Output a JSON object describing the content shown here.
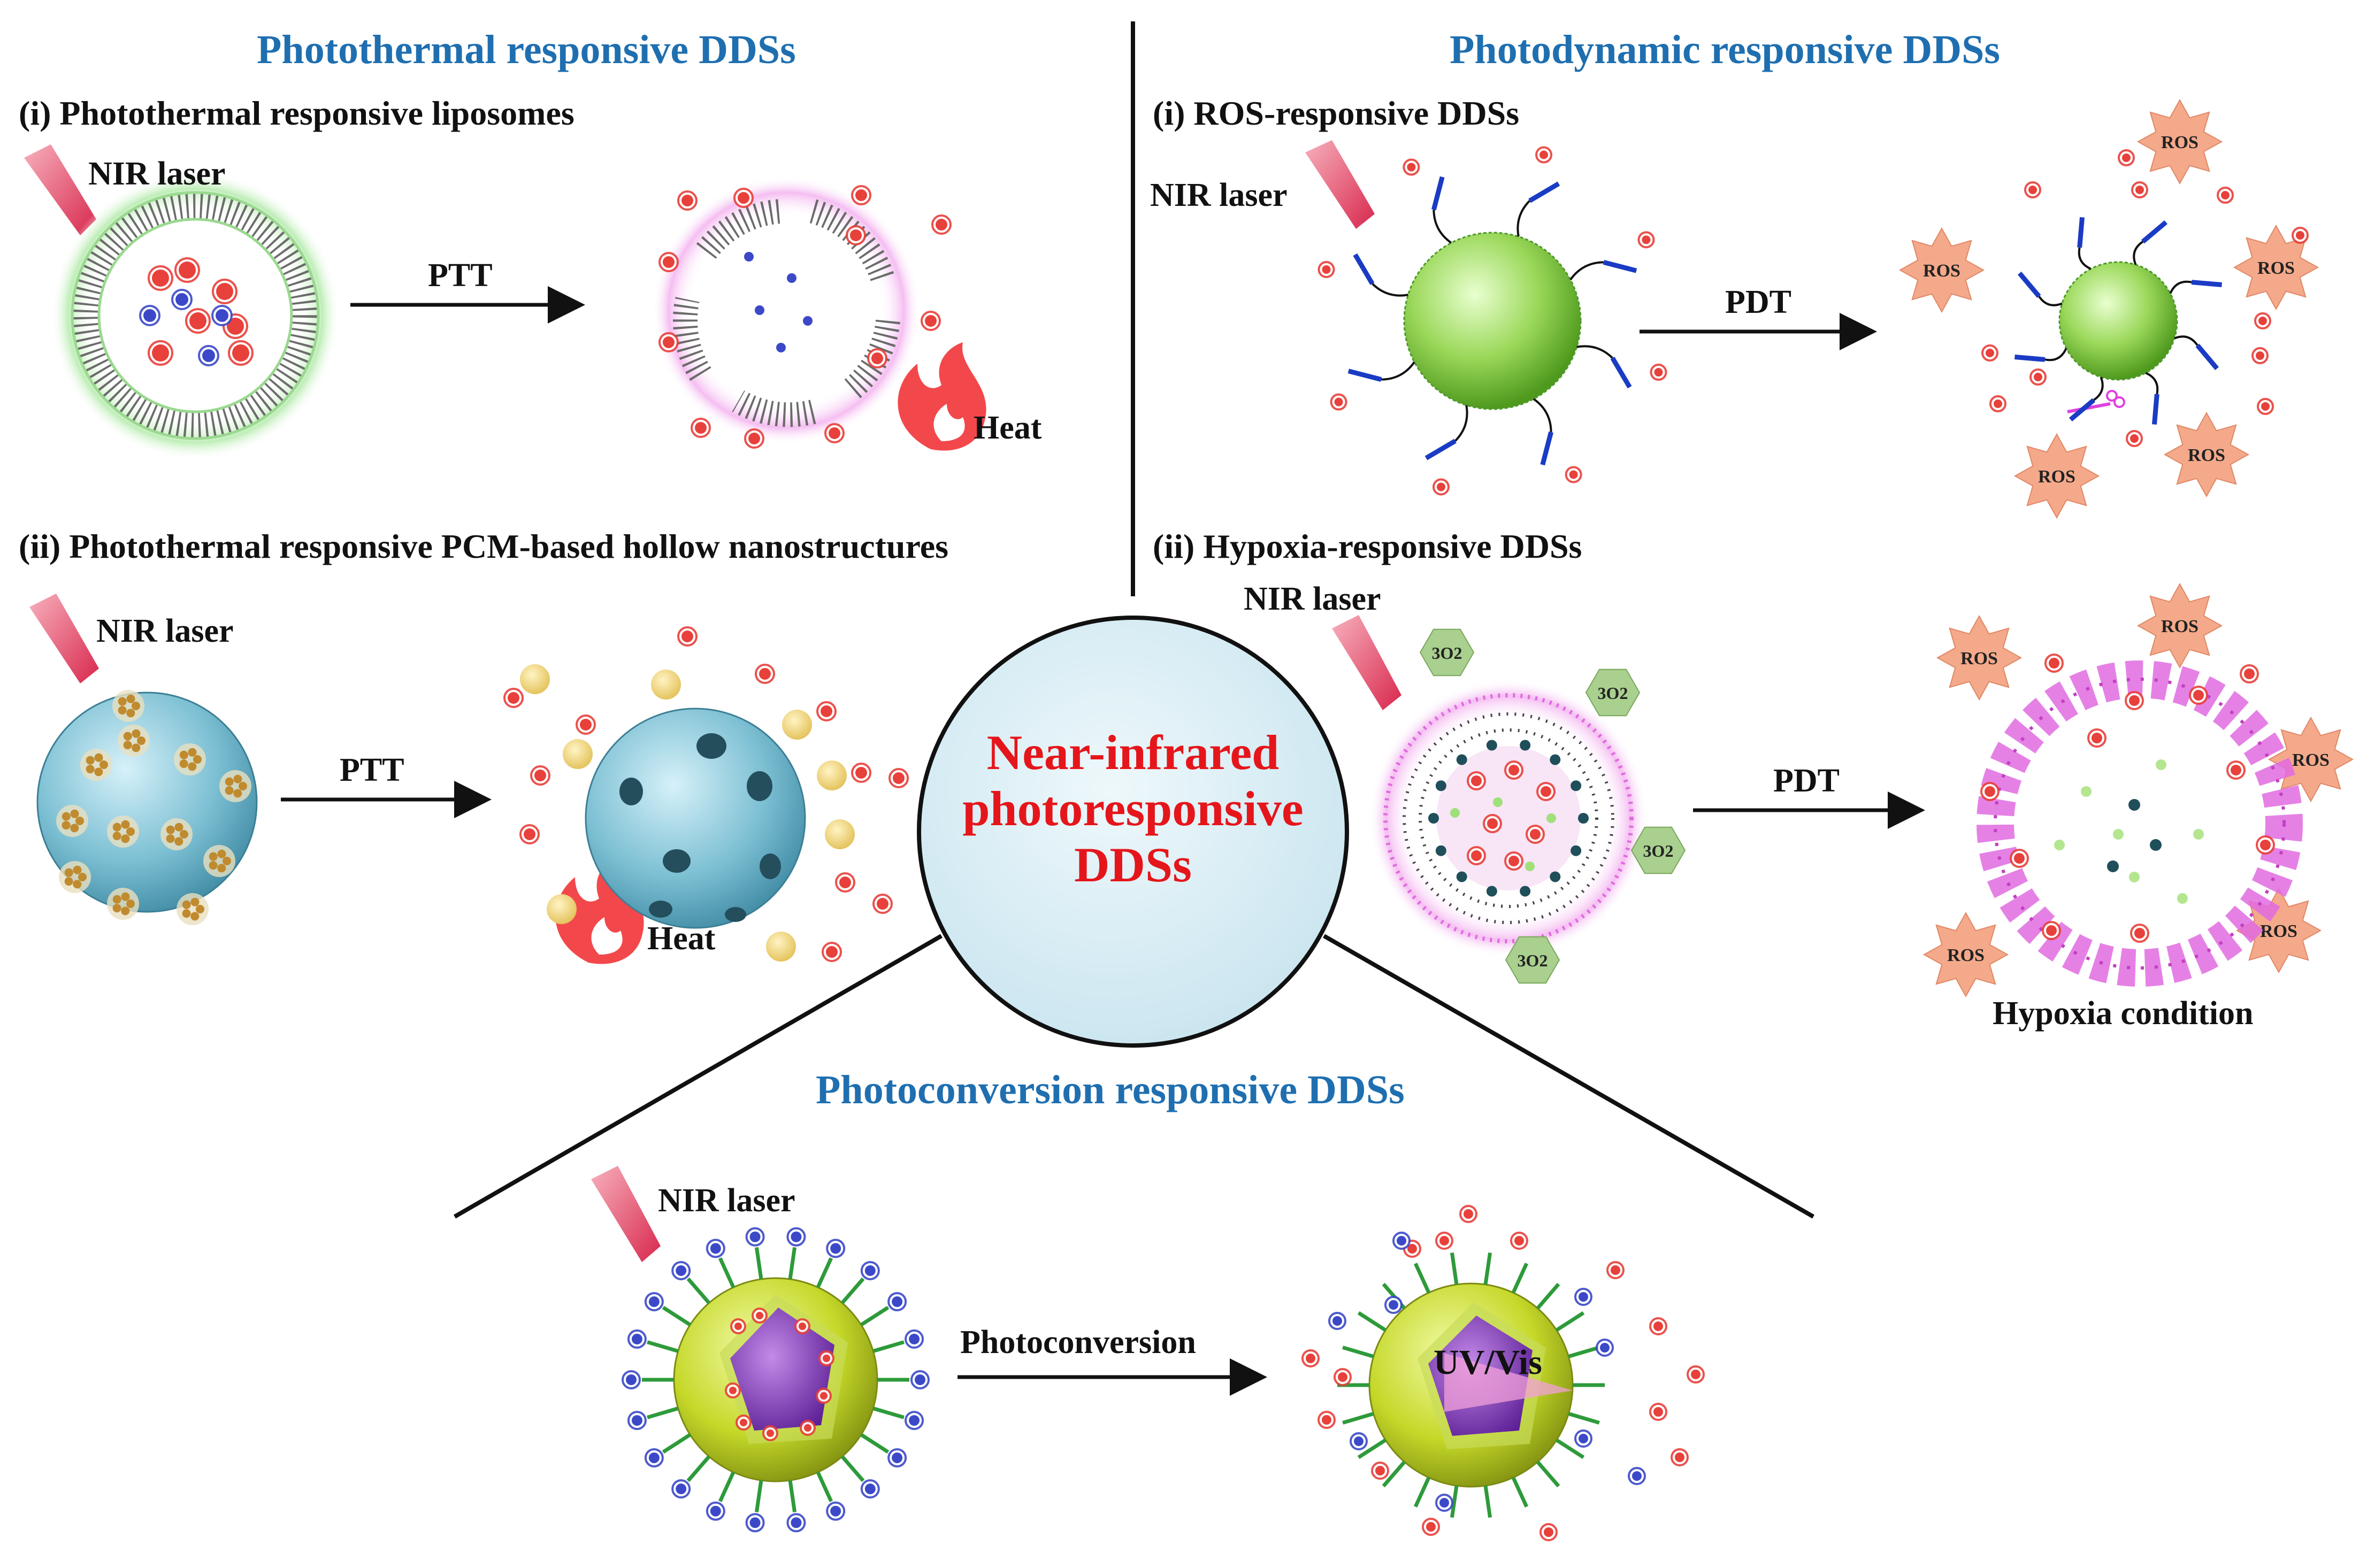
{
  "center": {
    "line1": "Near-infrared",
    "line2": "photoresponsive",
    "line3": "DDSs"
  },
  "photothermal": {
    "title": "Photothermal responsive DDSs",
    "sub1": "(i) Photothermal responsive liposomes",
    "sub2": "(ii) Photothermal responsive PCM-based hollow nanostructures",
    "laser1": "NIR laser",
    "laser2": "NIR laser",
    "arrow1": "PTT",
    "arrow2": "PTT",
    "heat1": "Heat",
    "heat2": "Heat"
  },
  "photodynamic": {
    "title": "Photodynamic responsive DDSs",
    "sub1": "(i) ROS-responsive DDSs",
    "sub2": "(ii) Hypoxia-responsive DDSs",
    "laser1": "NIR laser",
    "laser2": "NIR laser",
    "arrow1": "PDT",
    "arrow2": "PDT",
    "ros": "ROS",
    "oxygen": "3O2",
    "hypoxia": "Hypoxia condition"
  },
  "photoconversion": {
    "title": "Photoconversion responsive DDSs",
    "laser": "NIR laser",
    "arrow": "Photoconversion",
    "uvvis": "UV/Vis"
  },
  "colors": {
    "section_title": "#1f6fb0",
    "center_text": "#e5161b",
    "center_fill": "#d8ecf4",
    "laser": "#e8506a",
    "ros_star": "#f4a98a",
    "drug_red": "#e8403a",
    "drug_blue": "#3b49c8",
    "green_core": "#8fd14f",
    "cyan_sphere": "#7fc0d4",
    "yellow_shell": "#c9dc2a",
    "purple_core": "#8a3fc0",
    "magenta": "#e060e0",
    "oxygen_hex": "#a9d08e"
  }
}
